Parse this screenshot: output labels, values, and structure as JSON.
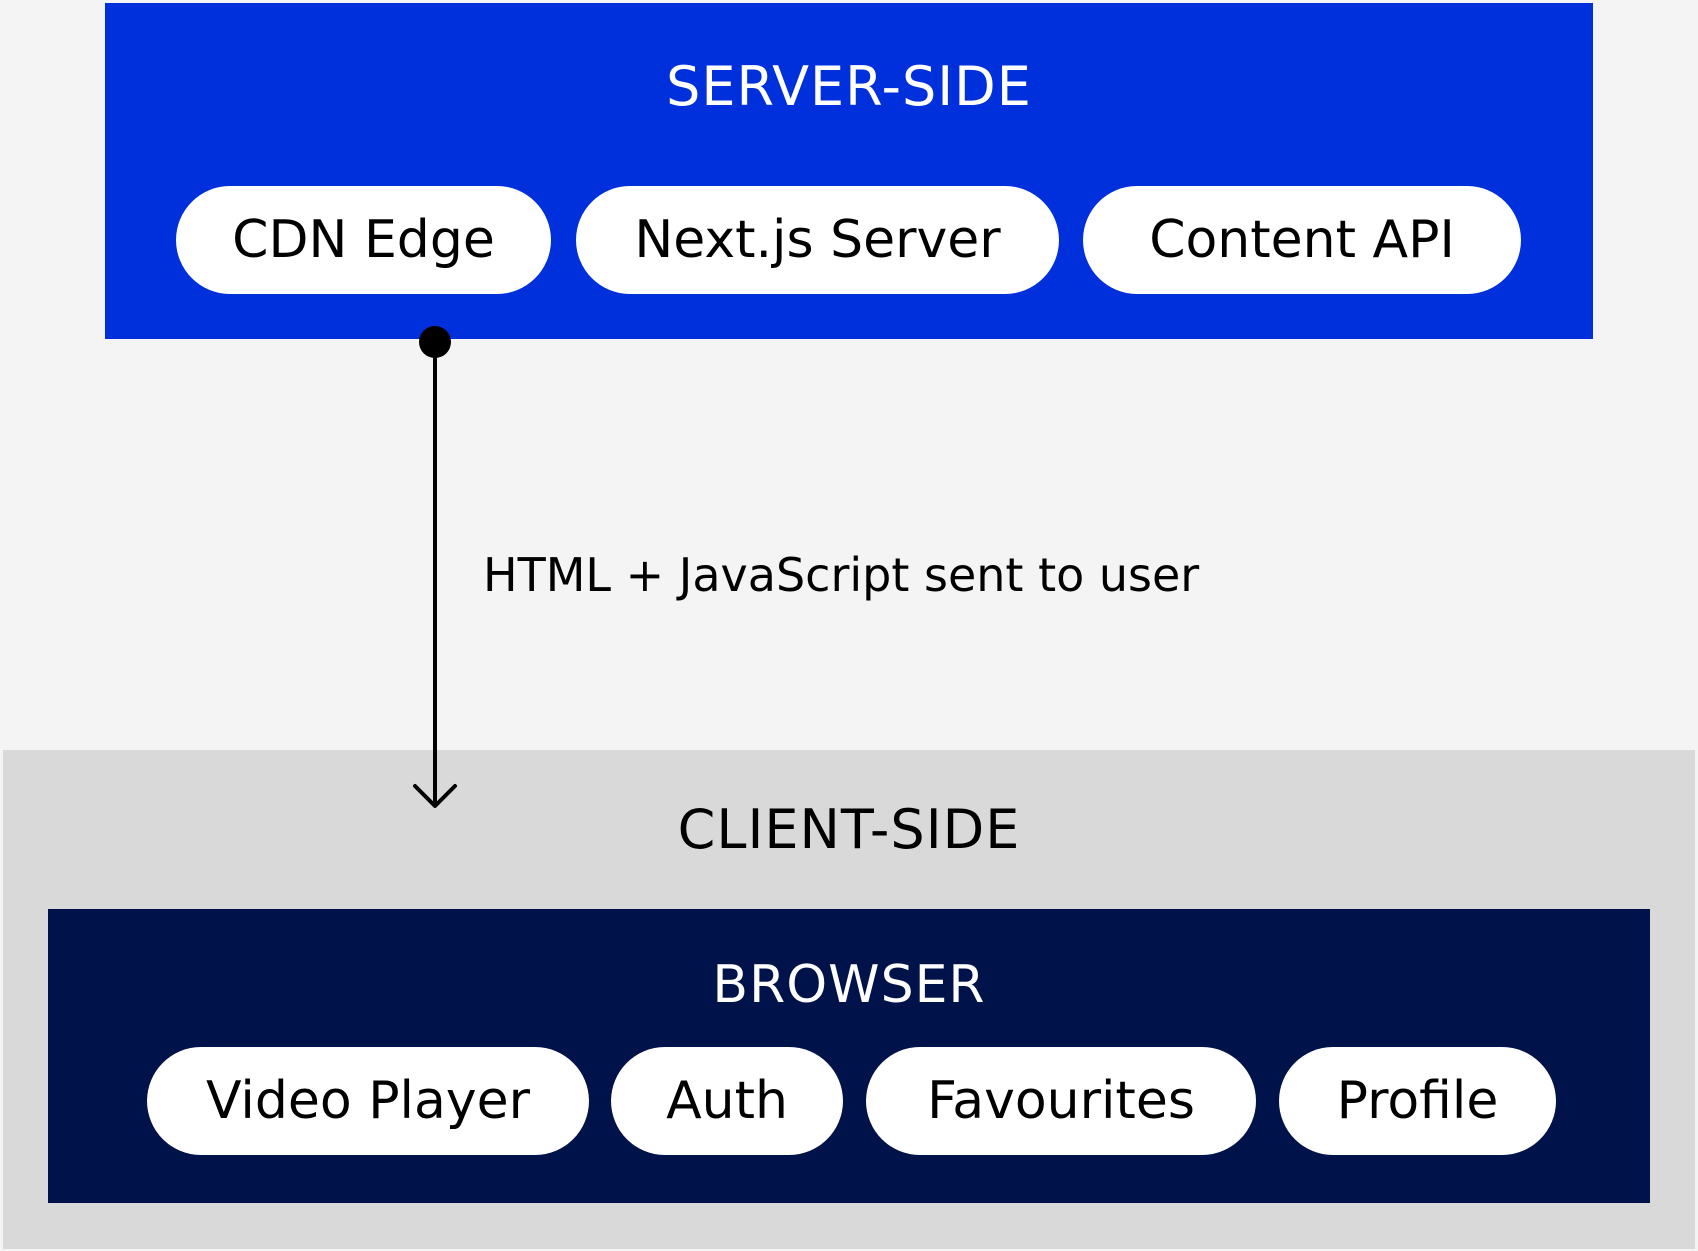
{
  "server": {
    "title": "SERVER-SIDE",
    "components": [
      "CDN Edge",
      "Next.js Server",
      "Content API"
    ]
  },
  "flow": {
    "label": "HTML + JavaScript sent to user"
  },
  "client": {
    "title": "CLIENT-SIDE",
    "browser": {
      "title": "BROWSER",
      "components": [
        "Video Player",
        "Auth",
        "Favourites",
        "Profile"
      ]
    }
  },
  "colors": {
    "server_bg": "#002fdc",
    "browser_bg": "#00124a",
    "client_bg": "#d9d9d9",
    "page_bg": "#f4f4f4"
  }
}
